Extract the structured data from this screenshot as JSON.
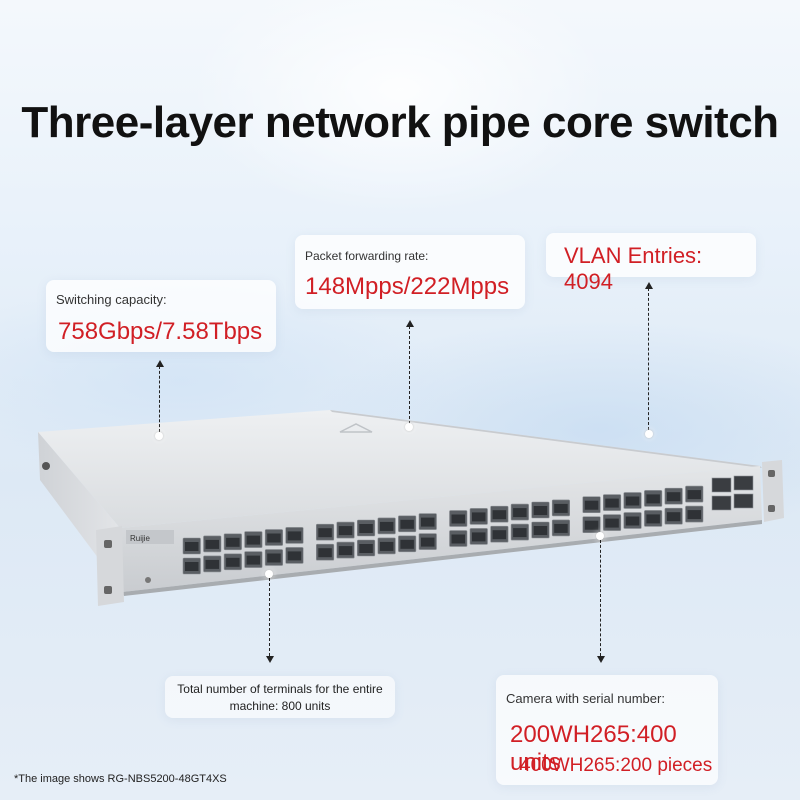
{
  "title": "Three-layer network pipe core switch",
  "callouts": {
    "switching": {
      "label": "Switching capacity:",
      "value": "758Gbps/7.58Tbps"
    },
    "packet": {
      "label": "Packet forwarding rate:",
      "value": "148Mpps/222Mpps"
    },
    "vlan": {
      "value": "VLAN Entries: 4094"
    },
    "terminals": {
      "label": "Total number of terminals for the entire machine: 800 units"
    },
    "camera": {
      "label": "Camera with serial number:",
      "value1": "200WH265:400 units",
      "value2": "400WH265:200 pieces"
    }
  },
  "footnote": "*The image shows RG-NBS5200-48GT4XS",
  "colors": {
    "accent_red": "#d11f25",
    "text_dark": "#111111"
  },
  "device": {
    "brand": "Ruijie",
    "model": "RG-NBS5200-48GT4XS"
  }
}
